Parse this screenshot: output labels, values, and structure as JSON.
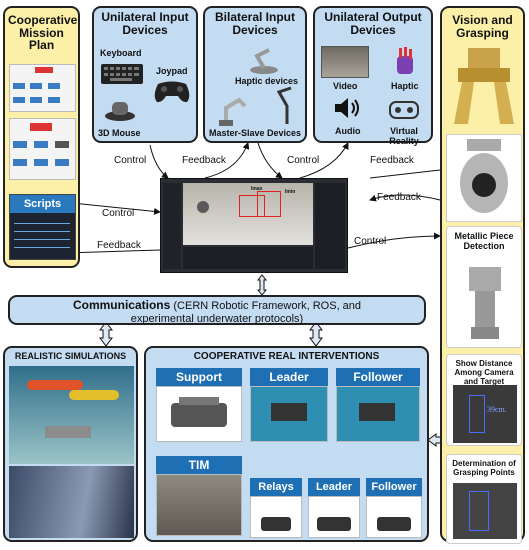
{
  "mission_plan": {
    "title": "Cooperative Mission Plan",
    "scripts_label": "Scripts"
  },
  "unilateral_input": {
    "title": "Unilateral Input Devices",
    "keyboard": "Keyboard",
    "joypad": "Joypad",
    "mouse3d": "3D Mouse"
  },
  "bilateral_input": {
    "title": "Bilateral Input Devices",
    "haptic": "Haptic devices",
    "master_slave": "Master-Slave Devices"
  },
  "unilateral_output": {
    "title": "Unilateral Output Devices",
    "video": "Video",
    "haptic": "Haptic",
    "audio": "Audio",
    "vr": "Virtual Reality"
  },
  "vision": {
    "title": "Vision and Grasping",
    "metallic": "Metallic Piece Detection",
    "distance": "Show Distance Among Camera and Target",
    "distance_value": "39cm.",
    "grasping": "Determination of Grasping Points"
  },
  "edges": {
    "control_1": "Control",
    "feedback_1": "Feedback",
    "control_2": "Control",
    "feedback_2": "Feedback",
    "control_3": "Control",
    "feedback_3": "Feedback",
    "feedback_4": "Feedback",
    "control_4": "Control"
  },
  "gui": {
    "label_a": "Imax",
    "label_b": "Imin"
  },
  "communications": {
    "bold": "Communications",
    "line1": " (CERN Robotic Framework, ROS, and",
    "line2": "experimental underwater protocols)"
  },
  "simulations": {
    "title": "REALISTIC SIMULATIONS"
  },
  "real_interventions": {
    "title": "COOPERATIVE REAL INTERVENTIONS",
    "support": "Support",
    "leader_1": "Leader",
    "follower_1": "Follower",
    "tim": "TIM",
    "relays": "Relays",
    "leader_2": "Leader",
    "follower_2": "Follower"
  },
  "colors": {
    "yellow_panel": "#fcf0a8",
    "blue_panel": "#c4dcf2",
    "tile_blue": "#1e6fb4"
  }
}
